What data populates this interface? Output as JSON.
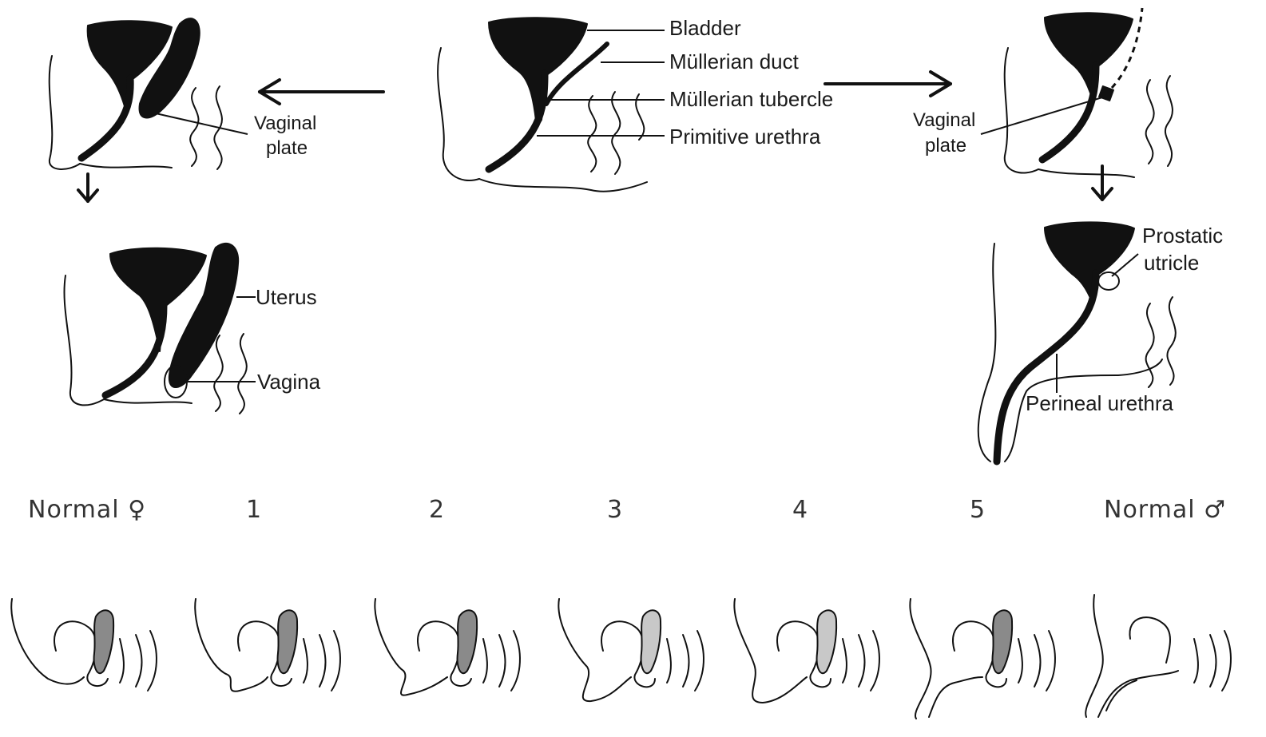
{
  "labels": {
    "bladder": "Bladder",
    "mullerian_duct": "Müllerian duct",
    "mullerian_tubercle": "Müllerian tubercle",
    "primitive_urethra": "Primitive urethra",
    "vaginal_plate_left_1": "Vaginal",
    "vaginal_plate_left_2": "plate",
    "vaginal_plate_right_1": "Vaginal",
    "vaginal_plate_right_2": "plate",
    "uterus": "Uterus",
    "vagina": "Vagina",
    "prostatic_utricle_1": "Prostatic",
    "prostatic_utricle_2": "utricle",
    "perineal_urethra": "Perineal urethra"
  },
  "stages": {
    "normal_female": "Normal ♀",
    "s1": "1",
    "s2": "2",
    "s3": "3",
    "s4": "4",
    "s5": "5",
    "normal_male": "Normal ♂"
  },
  "colors": {
    "ink": "#111111",
    "shaded": "#8a8a8a",
    "background": "#ffffff"
  }
}
